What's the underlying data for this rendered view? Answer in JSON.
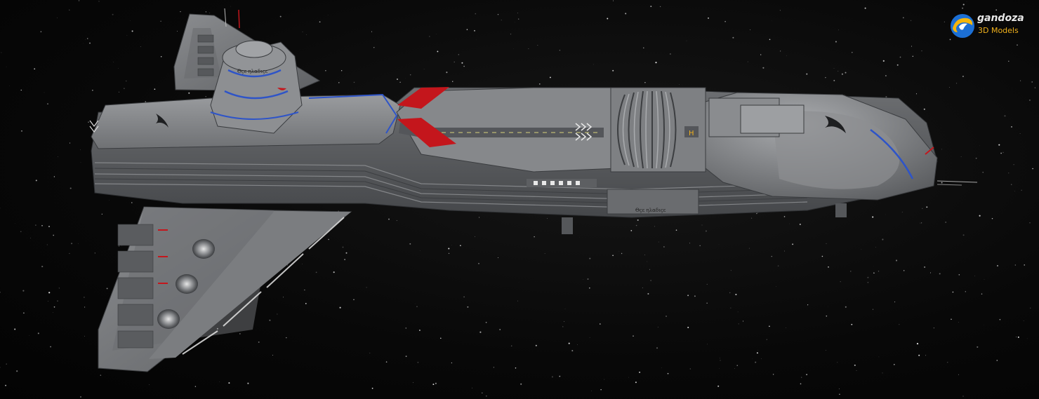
{
  "scene": {
    "subject": "spaceship-3d-render",
    "background_color": "#050505",
    "hull_color": "#7d7f82",
    "accent_red": "#c4161c",
    "accent_blue": "#2e54c8"
  },
  "logo": {
    "name": "gandoza",
    "subtitle": "3D Models",
    "name_color": "#e8e8e8",
    "subtitle_color": "#f2b21c"
  },
  "hull_markings": {
    "bridge_label": "Θçε ηλαδιçε",
    "lower_label": "Θçε ηλαδιçε"
  }
}
